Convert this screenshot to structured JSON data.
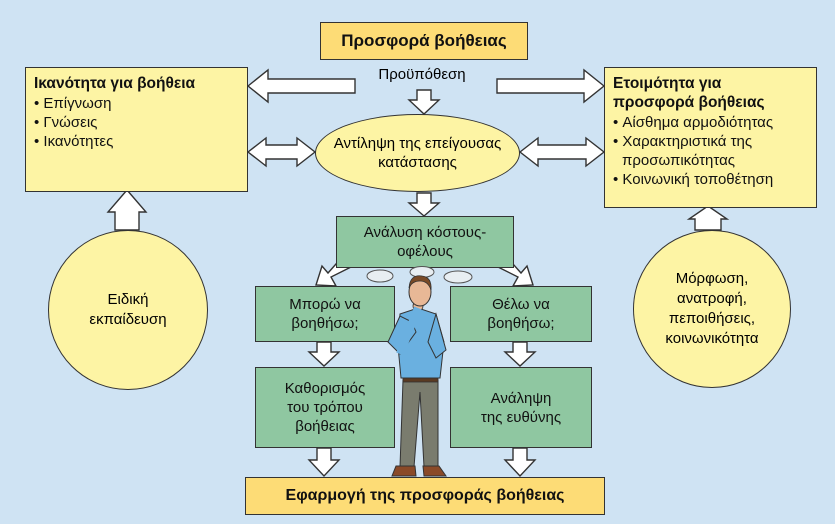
{
  "top_box": "Προσφορά βοήθειας",
  "precondition_label": "Προϋπόθεση",
  "left_box": {
    "heading": "Ικανότητα για βοήθεια",
    "items": [
      "Επίγνωση",
      "Γνώσεις",
      "Ικανότητες"
    ]
  },
  "right_box": {
    "heading_line1": "Ετοιμότητα για",
    "heading_line2": "προσφορά βοήθειας",
    "items": [
      "Αίσθημα αρμοδιότητας",
      "Χαρακτηριστικά της",
      "προσωπικότητας",
      "Κοινωνική τοποθέτηση"
    ]
  },
  "ellipse": {
    "line1": "Αντίληψη της επείγουσας",
    "line2": "κατάστασης"
  },
  "cost_benefit": {
    "line1": "Ανάλυση κόστους-",
    "line2": "οφέλους"
  },
  "can_help": {
    "line1": "Μπορώ να",
    "line2": "βοηθήσω;"
  },
  "want_help": {
    "line1": "Θέλω να",
    "line2": "βοηθήσω;"
  },
  "method": {
    "line1": "Καθορισμός",
    "line2": "του τρόπου",
    "line3": "βοήθειας"
  },
  "responsibility": {
    "line1": "Ανάληψη",
    "line2": "της ευθύνης"
  },
  "left_circle": {
    "line1": "Ειδική",
    "line2": "εκπαίδευση"
  },
  "right_circle": {
    "line1": "Μόρφωση,",
    "line2": "ανατροφή,",
    "line3": "πεποιθήσεις,",
    "line4": "κοινωνικότητα"
  },
  "bottom_box": "Εφαρμογή της προσφοράς βοήθειας",
  "colors": {
    "background": "#cfe3f3",
    "light_yellow": "#fdf4a4",
    "orange_yellow": "#fddc76",
    "green": "#8fc7a1"
  }
}
